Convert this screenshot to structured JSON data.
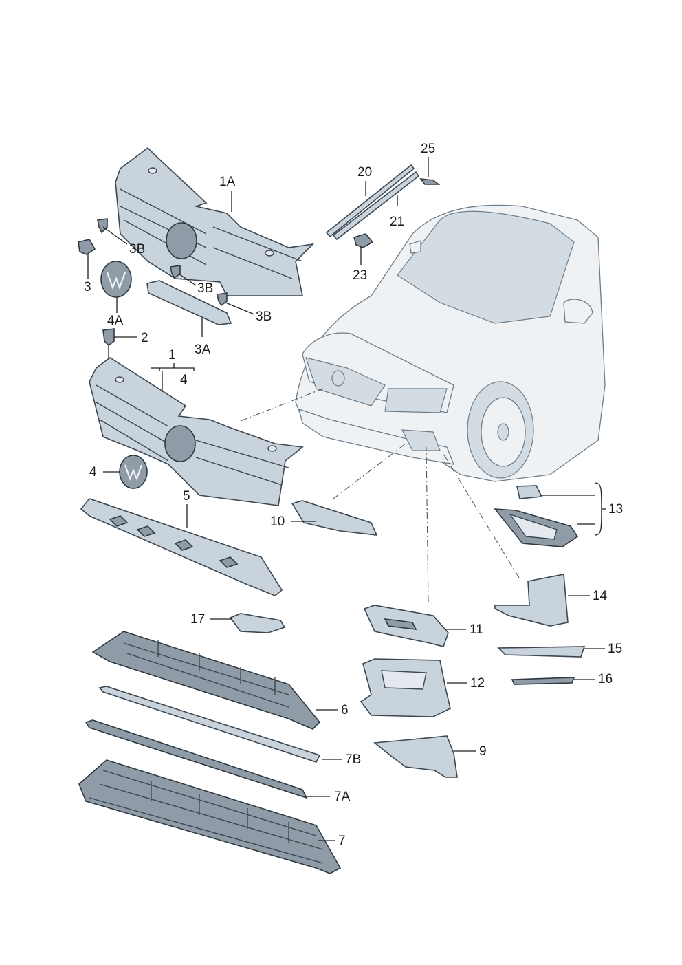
{
  "diagram": {
    "callouts": {
      "c1A": "1A",
      "c3B_a": "3B",
      "c3": "3",
      "c4A": "4A",
      "c3B_b": "3B",
      "c3B_c": "3B",
      "c3A": "3A",
      "c2": "2",
      "c1": "1",
      "c4_top": "4",
      "c4": "4",
      "c5": "5",
      "c10": "10",
      "c13": "13",
      "c14": "14",
      "c17": "17",
      "c11": "11",
      "c15": "15",
      "c16": "16",
      "c12": "12",
      "c6": "6",
      "c9": "9",
      "c7B": "7B",
      "c7A": "7A",
      "c7": "7",
      "c20": "20",
      "c21": "21",
      "c23": "23",
      "c25": "25"
    },
    "colors": {
      "part_fill": "#c9d3dc",
      "part_dark": "#8f9ca8",
      "outline": "#3b4650",
      "car_fill": "#eef2f5"
    }
  }
}
